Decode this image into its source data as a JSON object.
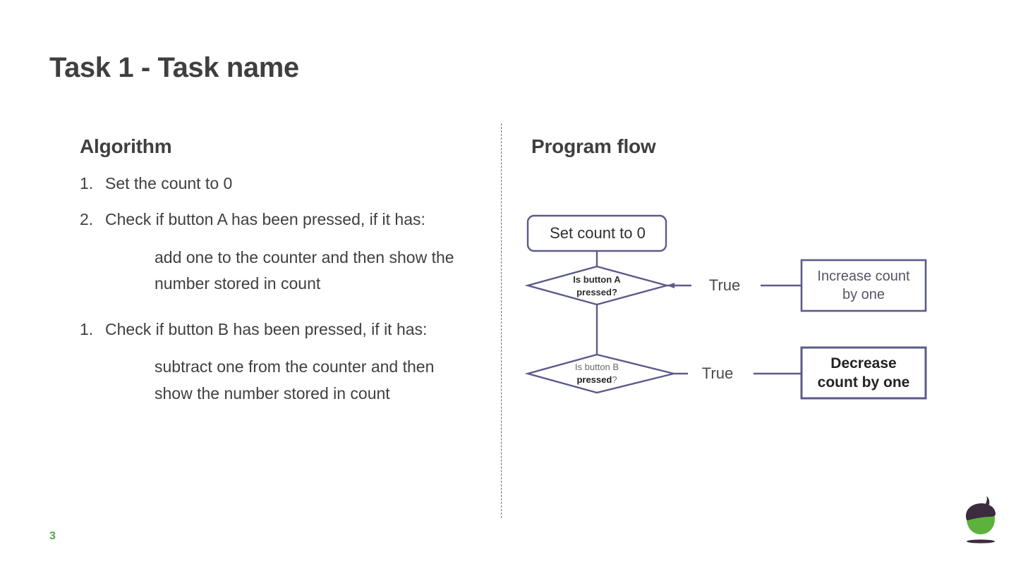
{
  "slide": {
    "title": "Task 1 - Task name",
    "page_number": "3",
    "accent_green": "#5aa050",
    "flow_stroke": "#5b5b8a",
    "text_color": "#3f3f3f"
  },
  "left": {
    "heading": "Algorithm",
    "items": [
      {
        "marker": "1.",
        "text": "Set the count to 0"
      },
      {
        "marker": "2.",
        "text": "Check if button A has been pressed, if it has:"
      }
    ],
    "note_a": "add one to the counter and then show the number stored in count",
    "items2": [
      {
        "marker": "1.",
        "text": "Check if button B has been pressed, if it has:"
      }
    ],
    "note_b": "subtract one from the counter and then show the number stored in count"
  },
  "right": {
    "heading": "Program flow"
  },
  "flowchart": {
    "start_node": "Set count to 0",
    "decision_a_line1": "Is button A",
    "decision_a_line2": "pressed?",
    "decision_b_line1": "Is button B",
    "decision_b_line2_bold": "pressed",
    "decision_b_line2_rest": "?",
    "branch_a_label": "True",
    "branch_b_label": "True",
    "action_a_line1": "Increase count",
    "action_a_line2": "by one",
    "action_b_line1": "Decrease",
    "action_b_line2": "count by one"
  },
  "logo": {
    "name": "acorn-logo",
    "cap_color": "#3d2b3e",
    "nut_color": "#5cb23c",
    "shadow_color": "#3d2b3e"
  }
}
